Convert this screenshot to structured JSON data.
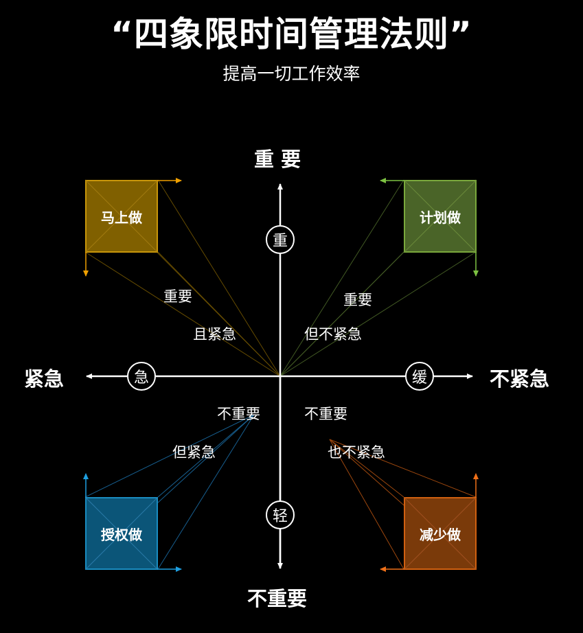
{
  "title": "“四象限时间管理法则”",
  "subtitle": "提高一切工作效率",
  "axes": {
    "top": "重 要",
    "bottom": "不重要",
    "left": "紧急",
    "right": "不紧急"
  },
  "axis_circles": {
    "top": "重",
    "bottom": "轻",
    "left": "急",
    "right": "缓"
  },
  "quadrants": {
    "top_left": {
      "action": "马上做",
      "line1": "重要",
      "line2": "且紧急",
      "color": "#806000",
      "border": "#c8960a",
      "arrow": "#f0a000"
    },
    "top_right": {
      "action": "计划做",
      "line1": "重要",
      "line2": "但不紧急",
      "color": "#4a6428",
      "border": "#7aa83c",
      "arrow": "#7dc242"
    },
    "bottom_left": {
      "action": "授权做",
      "line1": "不重要",
      "line2": "但紧急",
      "color": "#0b5578",
      "border": "#1a8cc0",
      "arrow": "#1e9fe0"
    },
    "bottom_right": {
      "action": "减少做",
      "line1": "不重要",
      "line2": "也不紧急",
      "color": "#7a3a0a",
      "border": "#d06010",
      "arrow": "#f07018"
    }
  }
}
